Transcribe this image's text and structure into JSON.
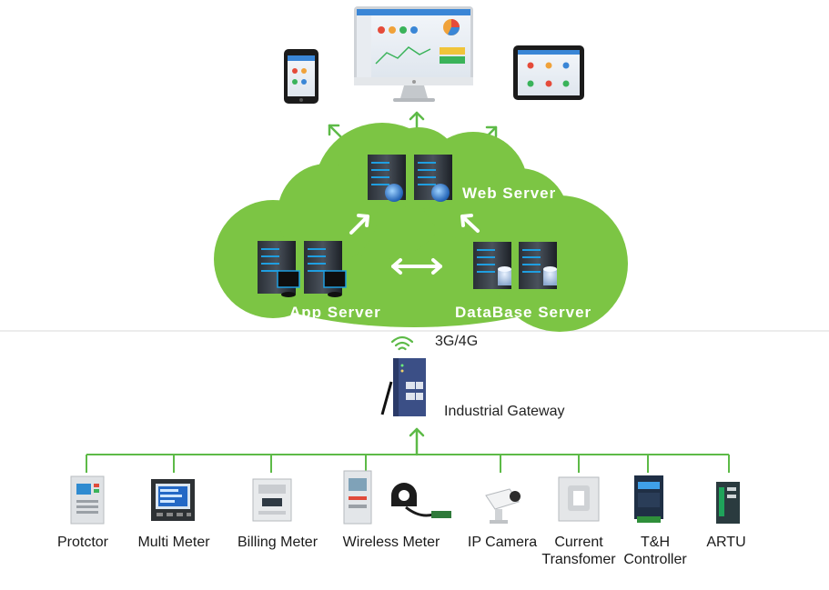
{
  "colors": {
    "cloud": "#7cc544",
    "line": "#5dba47",
    "arrow_white": "#ffffff",
    "text": "#1a1a1a"
  },
  "cloud": {
    "web_server": "Web Server",
    "app_server": "App Server",
    "database_server": "DataBase Server"
  },
  "network": {
    "link": "3G/4G",
    "gateway": "Industrial Gateway"
  },
  "clients": [
    {
      "name": "smartphone",
      "icon": "phone-icon"
    },
    {
      "name": "desktop",
      "icon": "monitor-icon"
    },
    {
      "name": "tablet",
      "icon": "tablet-icon"
    }
  ],
  "devices": {
    "protector": "Protctor",
    "multi_meter": "Multi Meter",
    "billing_meter": "Billing Meter",
    "wireless_meter": "Wireless Meter",
    "ip_camera": "IP Camera",
    "current_transformer_1": "Current",
    "current_transformer_2": "Transfomer",
    "th_controller_1": "T&H",
    "th_controller_2": "Controller",
    "artu": "ARTU"
  }
}
